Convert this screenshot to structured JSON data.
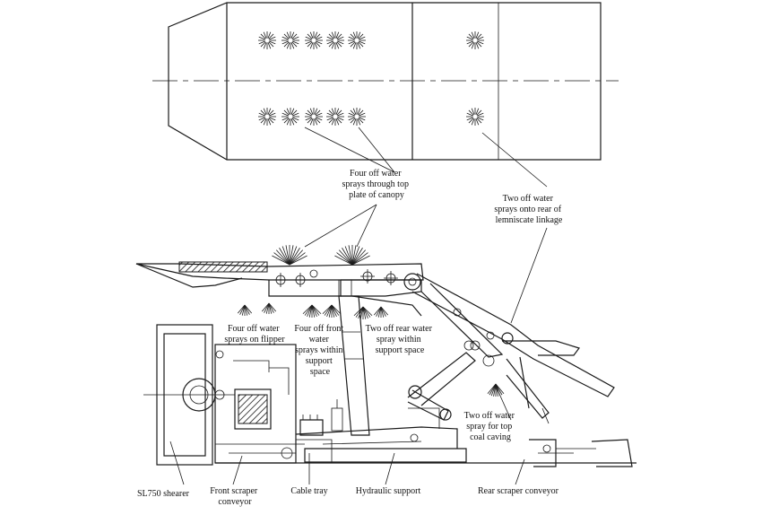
{
  "labels": {
    "top_plate_sprays": [
      "Four off water",
      "sprays through top",
      "plate of canopy"
    ],
    "lemniscate_sprays": [
      "Two off water",
      "sprays onto rear of",
      "lemniscate linkage"
    ],
    "flipper_sprays": [
      "Four off water",
      "sprays on flipper"
    ],
    "front_support_sprays": [
      "Four off front",
      "water",
      "sprays within",
      "support",
      "space"
    ],
    "rear_support_sprays": [
      "Two off rear water",
      "spray within",
      "support space"
    ],
    "top_coal_caving_sprays": [
      "Two off water",
      "spray for top",
      "coal caving"
    ],
    "shearer": "SL750 shearer",
    "front_conveyor": [
      "Front scraper",
      "conveyor"
    ],
    "cable_tray": "Cable tray",
    "hydraulic_support": "Hydraulic support",
    "rear_conveyor": "Rear scraper conveyor"
  }
}
